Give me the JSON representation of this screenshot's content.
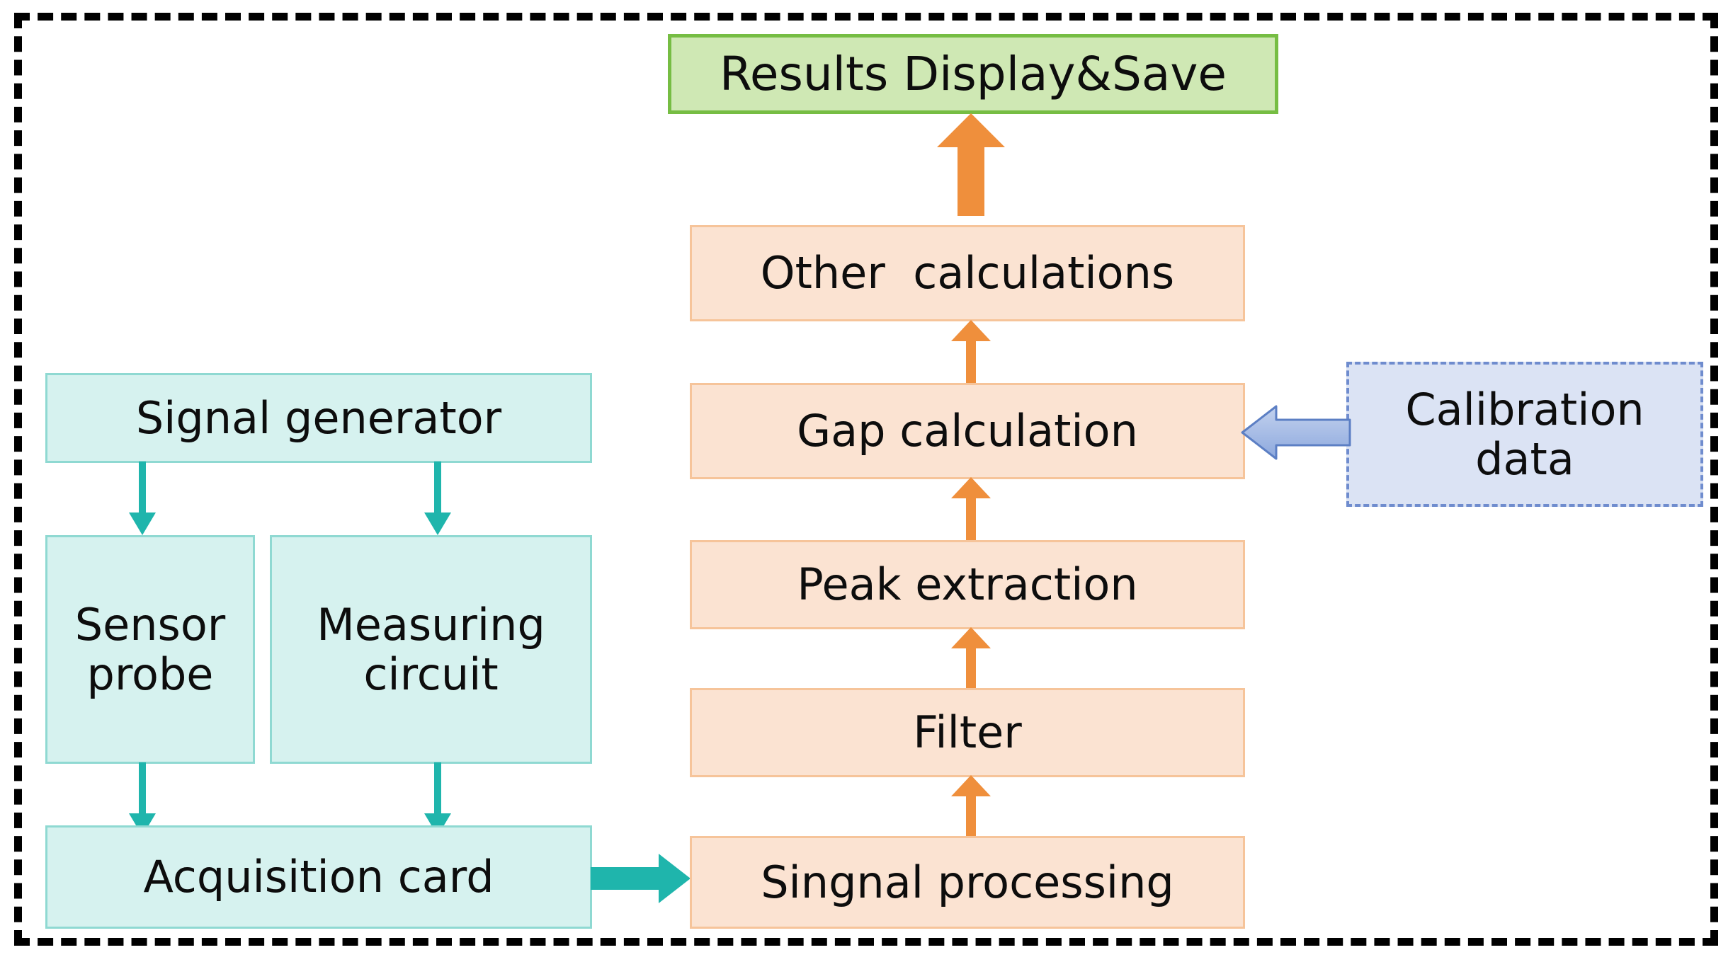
{
  "diagram": {
    "title": "Measurement system block diagram",
    "frame": {
      "name": "system-boundary",
      "style": "dashed",
      "color": "#000000"
    },
    "colors": {
      "hardware_fill": "#d6f2ef",
      "hardware_border": "#8fd9d2",
      "hardware_arrow": "#1fb5ac",
      "software_fill": "#fbe3d2",
      "software_border": "#f6c49a",
      "software_arrow": "#ef8f3c",
      "output_fill": "#cfe8b4",
      "output_border": "#76bd43",
      "calibration_fill": "#dbe3f4",
      "calibration_border": "#6f8cce",
      "calibration_arrow": "#93acdd",
      "text": "#0d0d0d"
    },
    "nodes": {
      "signal_generator": {
        "label": "Signal generator",
        "group": "hardware"
      },
      "sensor_probe": {
        "label": "Sensor\nprobe",
        "group": "hardware"
      },
      "measuring_circuit": {
        "label": "Measuring\ncircuit",
        "group": "hardware"
      },
      "acquisition_card": {
        "label": "Acquisition card",
        "group": "hardware"
      },
      "signal_processing": {
        "label": "Singnal processing",
        "group": "software"
      },
      "filter": {
        "label": "Filter",
        "group": "software"
      },
      "peak_extraction": {
        "label": "Peak extraction",
        "group": "software"
      },
      "gap_calculation": {
        "label": "Gap calculation",
        "group": "software"
      },
      "other_calculations": {
        "label": "Other  calculations",
        "group": "software"
      },
      "results_display_save": {
        "label": "Results Display&Save",
        "group": "output"
      },
      "calibration_data": {
        "label": "Calibration\ndata",
        "group": "calibration"
      }
    },
    "edges": [
      {
        "name": "signal-generator-to-sensor-probe",
        "from": "signal_generator",
        "to": "sensor_probe",
        "direction": "down",
        "color": "#1fb5ac"
      },
      {
        "name": "signal-generator-to-measuring-circuit",
        "from": "signal_generator",
        "to": "measuring_circuit",
        "direction": "down",
        "color": "#1fb5ac"
      },
      {
        "name": "sensor-probe-to-acquisition-card",
        "from": "sensor_probe",
        "to": "acquisition_card",
        "direction": "down",
        "color": "#1fb5ac"
      },
      {
        "name": "measuring-circuit-to-acquisition-card",
        "from": "measuring_circuit",
        "to": "acquisition_card",
        "direction": "down",
        "color": "#1fb5ac"
      },
      {
        "name": "acquisition-card-to-signal-processing",
        "from": "acquisition_card",
        "to": "signal_processing",
        "direction": "right",
        "color": "#1fb5ac"
      },
      {
        "name": "signal-processing-to-filter",
        "from": "signal_processing",
        "to": "filter",
        "direction": "up",
        "color": "#ef8f3c"
      },
      {
        "name": "filter-to-peak-extraction",
        "from": "filter",
        "to": "peak_extraction",
        "direction": "up",
        "color": "#ef8f3c"
      },
      {
        "name": "peak-extraction-to-gap-calculation",
        "from": "peak_extraction",
        "to": "gap_calculation",
        "direction": "up",
        "color": "#ef8f3c"
      },
      {
        "name": "gap-calculation-to-other-calculations",
        "from": "gap_calculation",
        "to": "other_calculations",
        "direction": "up",
        "color": "#ef8f3c"
      },
      {
        "name": "other-calculations-to-results",
        "from": "other_calculations",
        "to": "results_display_save",
        "direction": "up",
        "color": "#ef8f3c"
      },
      {
        "name": "calibration-data-to-gap-calculation",
        "from": "calibration_data",
        "to": "gap_calculation",
        "direction": "left",
        "color": "#93acdd"
      }
    ]
  }
}
